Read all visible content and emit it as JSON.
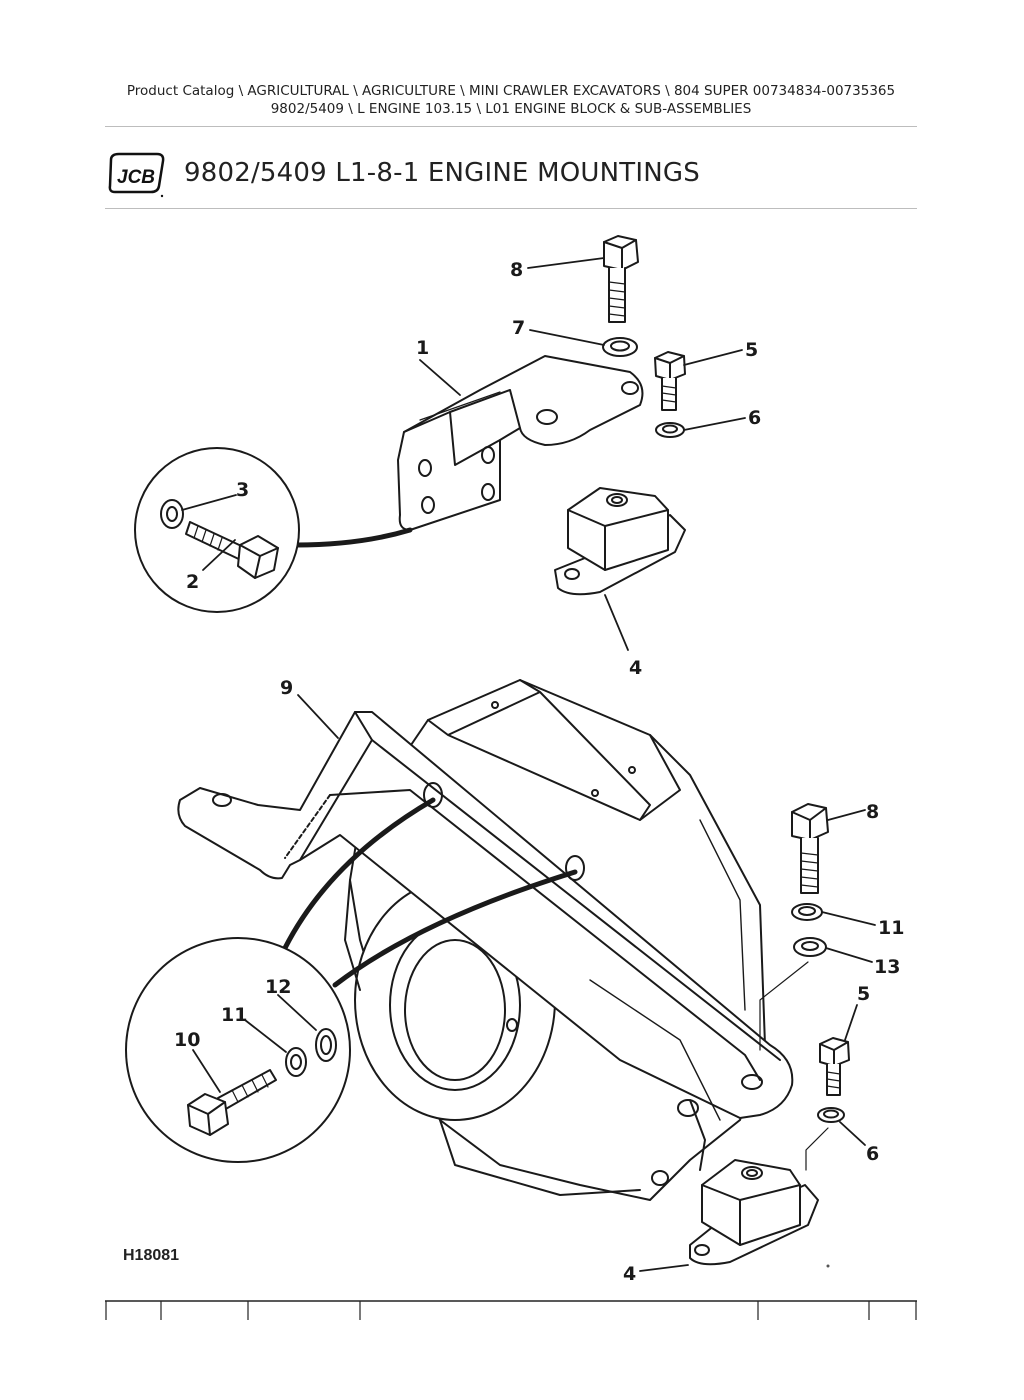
{
  "breadcrumb": {
    "line1": "Product Catalog  \\  AGRICULTURAL  \\  AGRICULTURE  \\  MINI CRAWLER EXCAVATORS  \\  804 SUPER 00734834-00735365",
    "line2": "9802/5409  \\  L ENGINE 103.15  \\  L01 ENGINE BLOCK & SUB-ASSEMBLIES"
  },
  "logo": {
    "text": "JCB",
    "icon": "jcb-logo"
  },
  "title": "9802/5409 L1-8-1 ENGINE MOUNTINGS",
  "diagram": {
    "reference": "H18081",
    "callouts": [
      "1",
      "2",
      "3",
      "4",
      "5",
      "6",
      "7",
      "8",
      "9",
      "10",
      "11",
      "12",
      "13",
      "5",
      "6",
      "8",
      "11",
      "4"
    ]
  },
  "colors": {
    "line": "#1a1a1a",
    "rule": "#bdbdbd"
  }
}
